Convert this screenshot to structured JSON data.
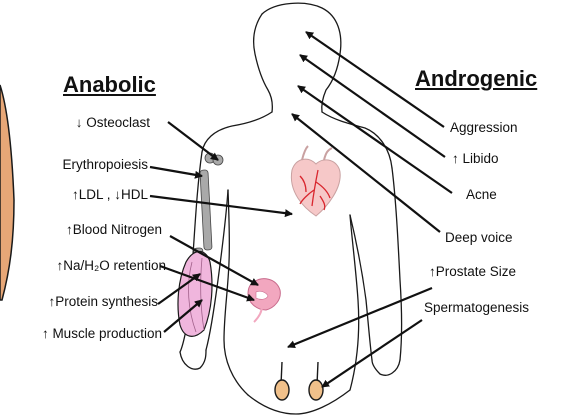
{
  "anabolic": {
    "heading": "Anabolic",
    "effects": [
      "↓ Osteoclast",
      "Erythropoiesis",
      "↑LDL , ↓HDL",
      "↑Blood Nitrogen",
      "↑Na/H₂O retention",
      "↑Protein synthesis",
      "↑ Muscle production"
    ]
  },
  "androgenic": {
    "heading": "Androgenic",
    "effects": [
      "Aggression",
      "↑ Libido",
      "Acne",
      "Deep voice",
      "↑Prostate Size",
      "Spermatogenesis"
    ]
  },
  "colors": {
    "outline": "#1a1a1a",
    "bone": "#a9a9a9",
    "muscle": "#f0b6dd",
    "heart": "#f6c8c8",
    "heart_vessels": "#d9262e",
    "kidney": "#f2a7bf",
    "testes": "#f0c08a",
    "left_body_edge": "#e7a777"
  }
}
